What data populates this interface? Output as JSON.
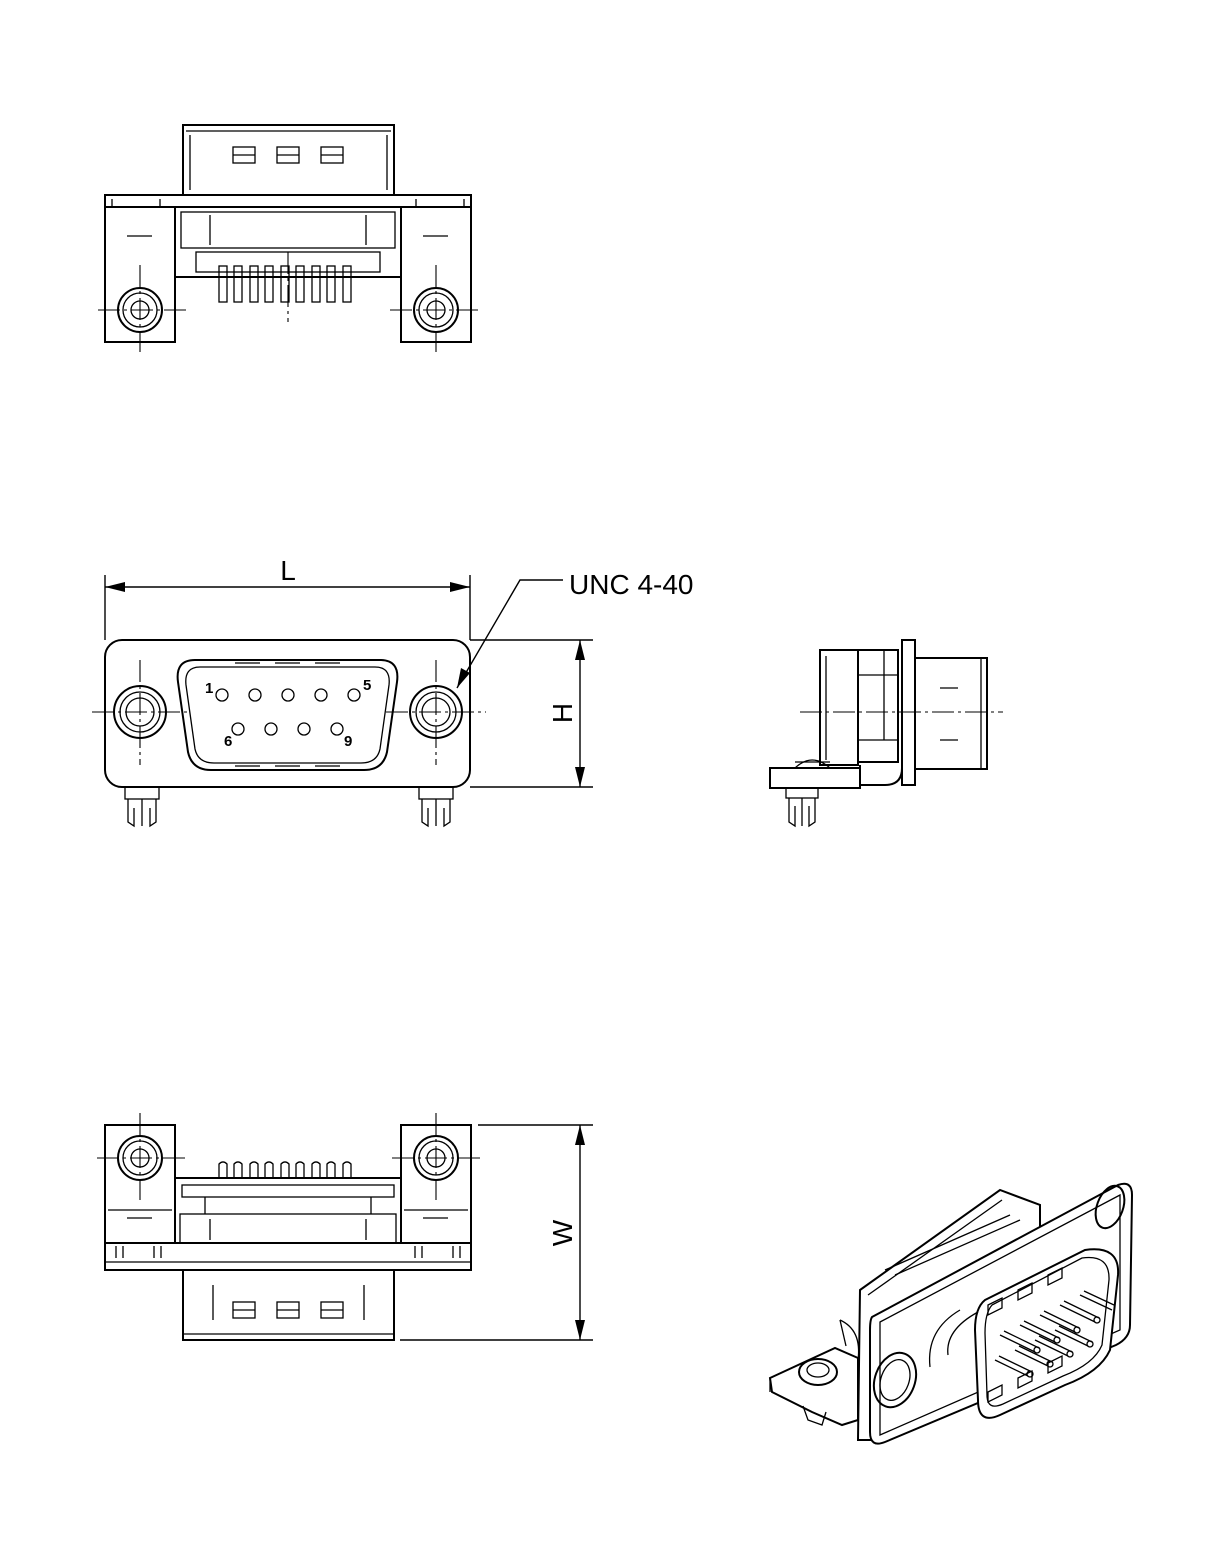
{
  "labels": {
    "length": "L",
    "height": "H",
    "width": "W",
    "thread": "UNC 4-40",
    "pin_first_top": "1",
    "pin_last_top": "5",
    "pin_first_bottom": "6",
    "pin_last_bottom": "9"
  },
  "colors": {
    "line": "#000000",
    "background": "#ffffff"
  }
}
